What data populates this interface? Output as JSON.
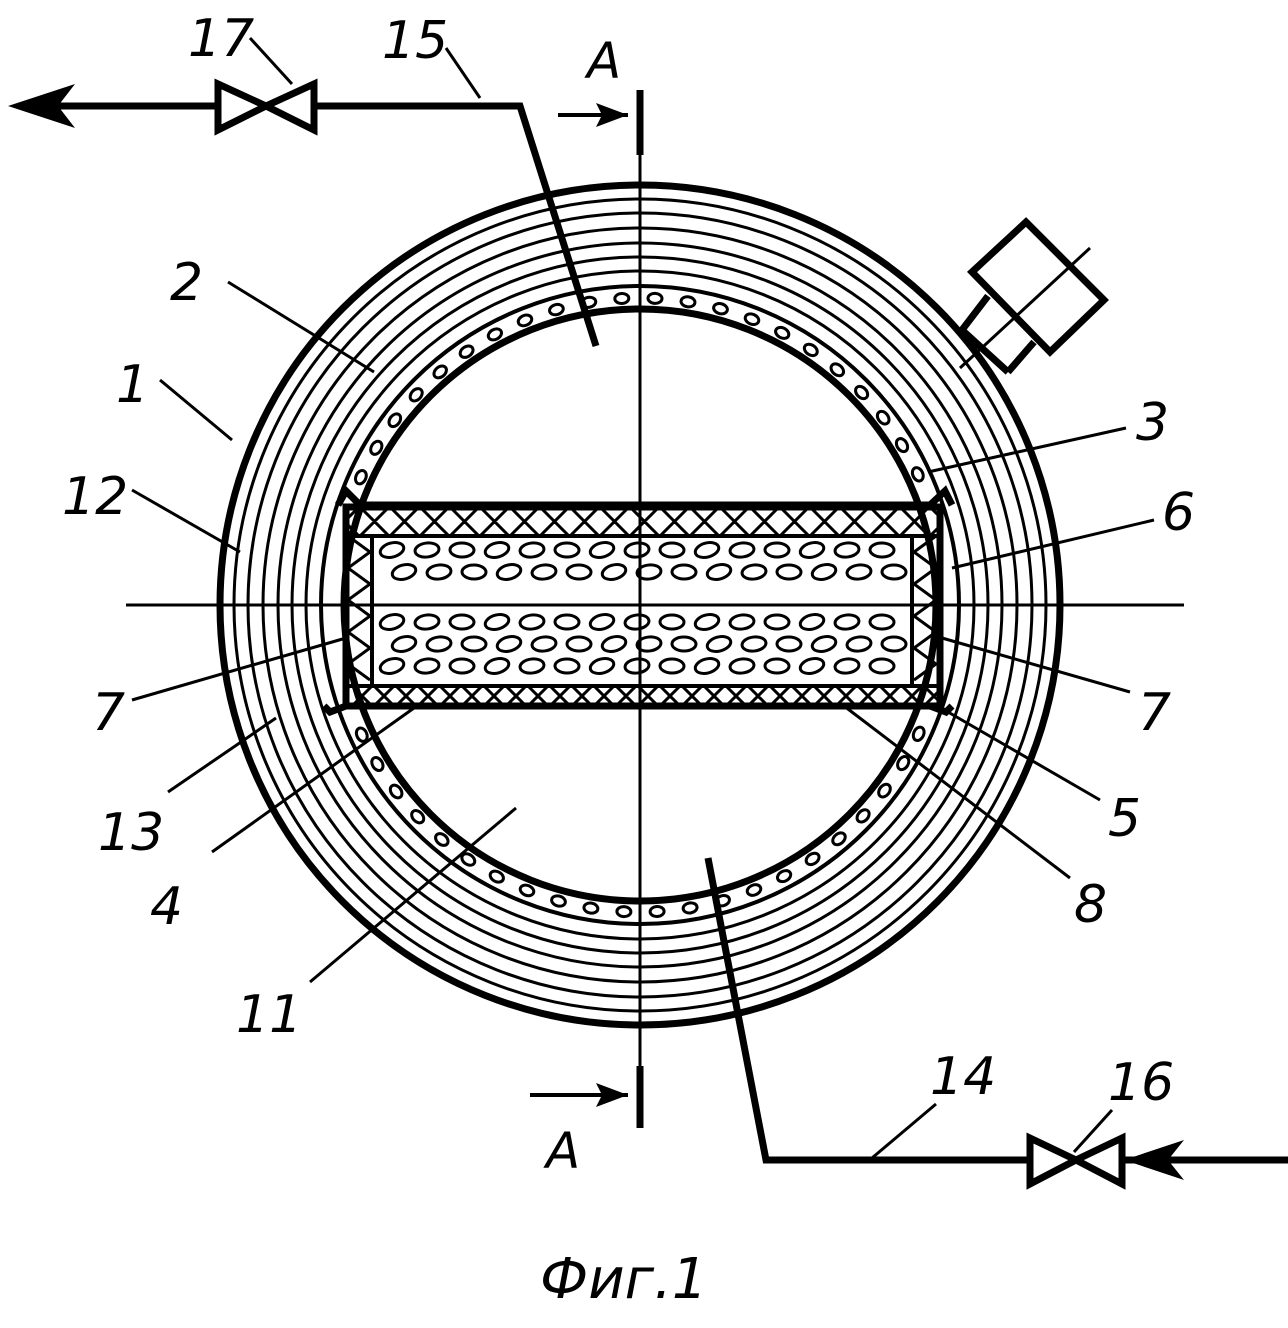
{
  "figure": {
    "caption": "Фиг.1",
    "section_letter": "A"
  },
  "labels": [
    {
      "key": "l17",
      "text": "17"
    },
    {
      "key": "l15",
      "text": "15"
    },
    {
      "key": "l2",
      "text": "2"
    },
    {
      "key": "l1",
      "text": "1"
    },
    {
      "key": "l12",
      "text": "12"
    },
    {
      "key": "l7a",
      "text": "7"
    },
    {
      "key": "l13",
      "text": "13"
    },
    {
      "key": "l4",
      "text": "4"
    },
    {
      "key": "l11",
      "text": "11"
    },
    {
      "key": "l3",
      "text": "3"
    },
    {
      "key": "l6",
      "text": "6"
    },
    {
      "key": "l7b",
      "text": "7"
    },
    {
      "key": "l5",
      "text": "5"
    },
    {
      "key": "l8",
      "text": "8"
    },
    {
      "key": "l14",
      "text": "14"
    },
    {
      "key": "l16",
      "text": "16"
    }
  ]
}
